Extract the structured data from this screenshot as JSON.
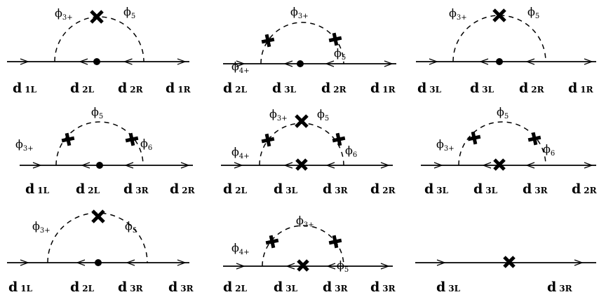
{
  "diagrams": [
    {
      "phis": [
        {
          "main": "ϕ",
          "sub": "3+"
        },
        {
          "main": "ϕ",
          "sub": "5"
        }
      ],
      "insertions": [
        "cross"
      ],
      "line_marker": "dot",
      "labels": [
        {
          "main": "d",
          "sub": "1L"
        },
        {
          "main": "d",
          "sub": "2L"
        },
        {
          "main": "d",
          "sub": "2R"
        },
        {
          "main": "d",
          "sub": "1R"
        }
      ]
    },
    {
      "phis": [
        {
          "main": "ϕ",
          "sub": "4+"
        },
        {
          "main": "ϕ",
          "sub": "3+"
        },
        {
          "main": "ϕ",
          "sub": "5"
        }
      ],
      "insertions": [
        "plus",
        "plus"
      ],
      "line_marker": "dot",
      "labels": [
        {
          "main": "d",
          "sub": "2L"
        },
        {
          "main": "d",
          "sub": "3L"
        },
        {
          "main": "d",
          "sub": "2R"
        },
        {
          "main": "d",
          "sub": "1R"
        }
      ]
    },
    {
      "phis": [
        {
          "main": "ϕ",
          "sub": "3+"
        },
        {
          "main": "ϕ",
          "sub": "5"
        }
      ],
      "insertions": [
        "cross"
      ],
      "line_marker": "dot",
      "labels": [
        {
          "main": "d",
          "sub": "3L"
        },
        {
          "main": "d",
          "sub": "3L"
        },
        {
          "main": "d",
          "sub": "2R"
        },
        {
          "main": "d",
          "sub": "1R"
        }
      ]
    },
    {
      "phis": [
        {
          "main": "ϕ",
          "sub": "3+"
        },
        {
          "main": "ϕ",
          "sub": "5"
        },
        {
          "main": "ϕ",
          "sub": "6"
        }
      ],
      "insertions": [
        "plus",
        "plus"
      ],
      "line_marker": "dot",
      "labels": [
        {
          "main": "d",
          "sub": "1L"
        },
        {
          "main": "d",
          "sub": "2L"
        },
        {
          "main": "d",
          "sub": "3R"
        },
        {
          "main": "d",
          "sub": "2R"
        }
      ]
    },
    {
      "phis": [
        {
          "main": "ϕ",
          "sub": "4+"
        },
        {
          "main": "ϕ",
          "sub": "3+"
        },
        {
          "main": "ϕ",
          "sub": "5"
        },
        {
          "main": "ϕ",
          "sub": "6"
        }
      ],
      "insertions": [
        "plus",
        "cross",
        "plus"
      ],
      "line_marker": "cross",
      "labels": [
        {
          "main": "d",
          "sub": "2L"
        },
        {
          "main": "d",
          "sub": "3L"
        },
        {
          "main": "d",
          "sub": "3R"
        },
        {
          "main": "d",
          "sub": "2R"
        }
      ]
    },
    {
      "phis": [
        {
          "main": "ϕ",
          "sub": "3+"
        },
        {
          "main": "ϕ",
          "sub": "5"
        },
        {
          "main": "ϕ",
          "sub": "6"
        }
      ],
      "insertions": [
        "plus",
        "plus"
      ],
      "line_marker": "cross",
      "labels": [
        {
          "main": "d",
          "sub": "3L"
        },
        {
          "main": "d",
          "sub": "3L"
        },
        {
          "main": "d",
          "sub": "3R"
        },
        {
          "main": "d",
          "sub": "2R"
        }
      ]
    },
    {
      "phis": [
        {
          "main": "ϕ",
          "sub": "3+"
        },
        {
          "main": "ϕ",
          "sub": "5"
        }
      ],
      "insertions": [
        "cross"
      ],
      "line_marker": "dot",
      "labels": [
        {
          "main": "d",
          "sub": "1L"
        },
        {
          "main": "d",
          "sub": "2L"
        },
        {
          "main": "d",
          "sub": "3R"
        },
        {
          "main": "d",
          "sub": "3R"
        }
      ]
    },
    {
      "phis": [
        {
          "main": "ϕ",
          "sub": "4+"
        },
        {
          "main": "ϕ",
          "sub": "3+"
        },
        {
          "main": "ϕ",
          "sub": "5"
        }
      ],
      "insertions": [
        "plus",
        "plus"
      ],
      "line_marker": "cross",
      "labels": [
        {
          "main": "d",
          "sub": "2L"
        },
        {
          "main": "d",
          "sub": "3L"
        },
        {
          "main": "d",
          "sub": "3R"
        },
        {
          "main": "d",
          "sub": "3R"
        }
      ]
    },
    {
      "phis": [],
      "insertions": [],
      "line_marker": "cross",
      "labels": [
        {
          "main": "d",
          "sub": "3L"
        },
        {
          "main": "d",
          "sub": "3R"
        }
      ]
    }
  ]
}
